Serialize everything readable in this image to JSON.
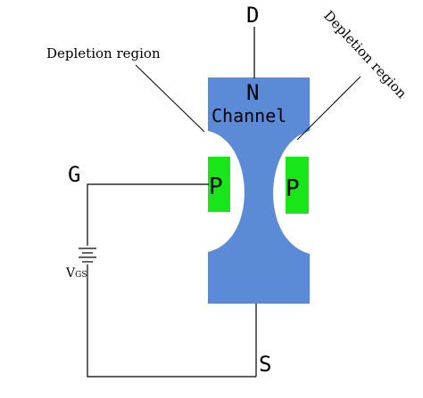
{
  "terminals": {
    "drain": "D",
    "gate": "G",
    "source": "S"
  },
  "channel": {
    "type_letter": "N",
    "label": "Channel"
  },
  "regions": {
    "left_p": "P",
    "right_p": "P",
    "left_depletion_label": "Depletion region",
    "right_depletion_label": "Depletion region"
  },
  "battery": {
    "label_main": "V",
    "label_sub": "GS"
  },
  "colors": {
    "channel_blue": "#5b8ad6",
    "p_green": "#19e619",
    "depletion_white": "#ffffff",
    "wire_black": "#000000"
  }
}
